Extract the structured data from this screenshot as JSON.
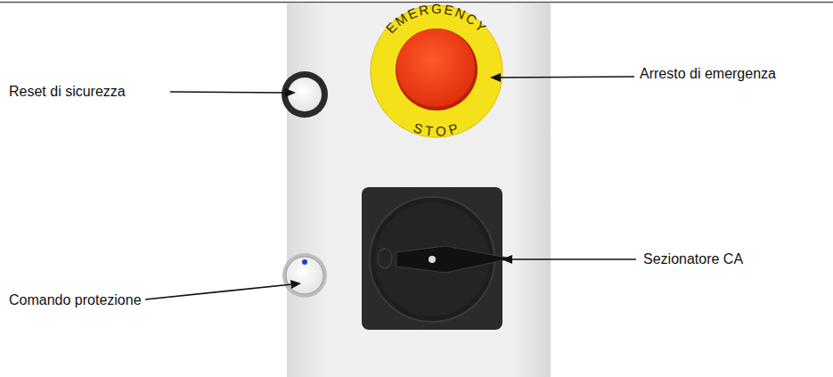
{
  "diagram": {
    "labels": [
      "EMERGENCY",
      "STOP",
      "Reset di sicurezza",
      "Arresto di emergenza",
      "Sezionatore CA",
      "Comando protezione"
    ]
  }
}
